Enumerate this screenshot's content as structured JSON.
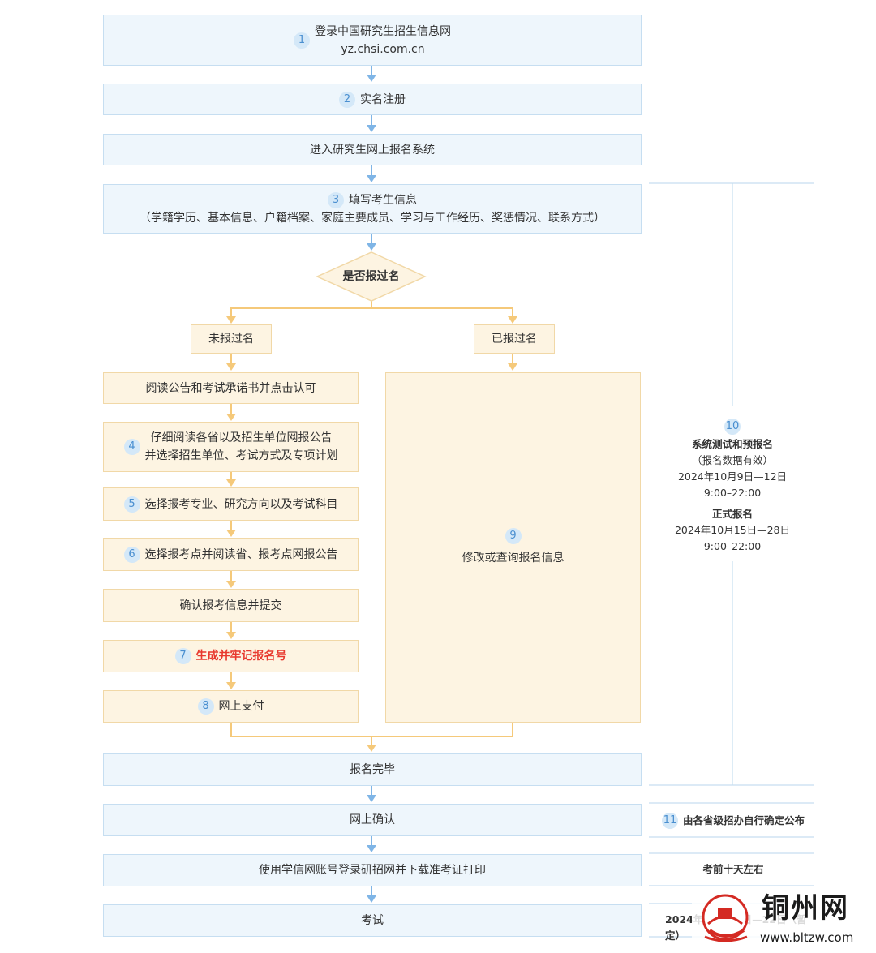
{
  "steps": {
    "s1": {
      "num": "1",
      "line1": "登录中国研究生招生信息网",
      "line2": "yz.chsi.com.cn"
    },
    "s2": {
      "num": "2",
      "label": "实名注册"
    },
    "s_enter": {
      "label": "进入研究生网上报名系统"
    },
    "s3": {
      "num": "3",
      "line1": "填写考生信息",
      "line2": "（学籍学历、基本信息、户籍档案、家庭主要成员、学习与工作经历、奖惩情况、联系方式）"
    },
    "decision": {
      "label": "是否报过名"
    },
    "not_registered": {
      "label": "未报过名"
    },
    "registered": {
      "label": "已报过名"
    },
    "read_notice": {
      "label": "阅读公告和考试承诺书并点击认可"
    },
    "s4": {
      "num": "4",
      "line1": "仔细阅读各省以及招生单位网报公告",
      "line2": "并选择招生单位、考试方式及专项计划"
    },
    "s5": {
      "num": "5",
      "label": "选择报考专业、研究方向以及考试科目"
    },
    "s6": {
      "num": "6",
      "label": "选择报考点并阅读省、报考点网报公告"
    },
    "confirm_submit": {
      "label": "确认报考信息并提交"
    },
    "s7": {
      "num": "7",
      "label": "生成并牢记报名号"
    },
    "s8": {
      "num": "8",
      "label": "网上支付"
    },
    "s9": {
      "num": "9",
      "label": "修改或查询报名信息"
    },
    "complete": {
      "label": "报名完毕"
    },
    "online_confirm": {
      "label": "网上确认"
    },
    "print_ticket": {
      "label": "使用学信网账号登录研招网并下载准考证打印"
    },
    "exam": {
      "label": "考试"
    }
  },
  "side": {
    "s10": {
      "num": "10",
      "pre_title": "系统测试和预报名",
      "pre_note": "（报名数据有效）",
      "pre_date": "2024年10月9日—12日",
      "pre_time": "9:00–22:00",
      "formal_title": "正式报名",
      "formal_date": "2024年10月15日—28日",
      "formal_time": "9:00–22:00"
    },
    "s11": {
      "num": "11",
      "label": "由各省级招办自行确定公布"
    },
    "print_time": {
      "label": "考前十天左右"
    },
    "exam_date": {
      "label": "2024年12月21日—22日（暂定）"
    }
  },
  "watermark": {
    "name": "铜州网",
    "url": "www.bltzw.com"
  },
  "colors": {
    "blue_fill": "#eef6fc",
    "blue_border": "#c6def1",
    "blue_arrow": "#7fb5e6",
    "orange_fill": "#fdf4e2",
    "orange_border": "#f1d8a7",
    "orange_arrow": "#f5c97a",
    "badge_fill": "#d4e8f8",
    "badge_text": "#4a8fd0",
    "highlight_red": "#e8392e"
  }
}
